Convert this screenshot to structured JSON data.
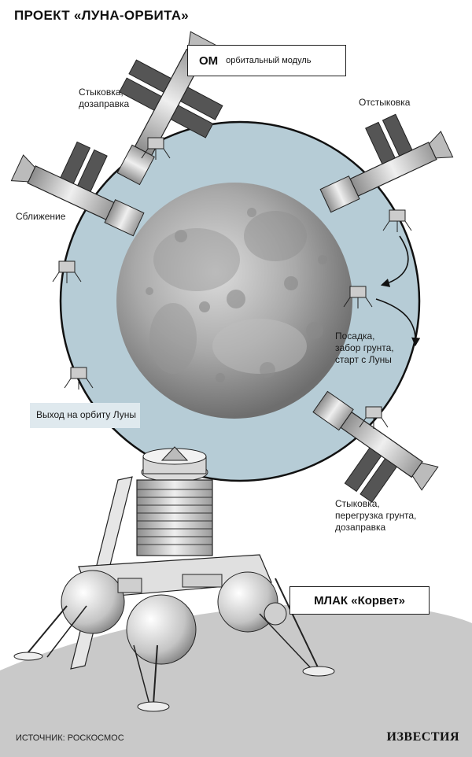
{
  "header": {
    "title": "ПРОЕКТ «ЛУНА-ОРБИТА»"
  },
  "modules": {
    "om_code": "ОМ",
    "om_label": "орбитальный модуль",
    "mlak_label": "МЛАК «Корвет»"
  },
  "stages": {
    "docking_refuel": [
      "Стыковка,",
      "дозаправка"
    ],
    "undocking": [
      "Отстыковка"
    ],
    "approach": [
      "Сближение"
    ],
    "landing": [
      "Посадка,",
      "забор грунта,",
      "старт с Луны"
    ],
    "lunar_orbit": [
      "Выход на орбиту Луны"
    ],
    "docking_transfer": [
      "Стыковка,",
      "перегрузка грунта,",
      "дозаправка"
    ]
  },
  "footer": {
    "source": "ИСТОЧНИК: РОСКОСМОС",
    "brand": "ИЗВЕСТИЯ"
  },
  "colors": {
    "orbit_fill": "#b6ccd6",
    "orbit_stroke": "#111111",
    "moon_base": "#a8a8a8",
    "ground": "#c9c9c9",
    "panel": "#555555"
  }
}
